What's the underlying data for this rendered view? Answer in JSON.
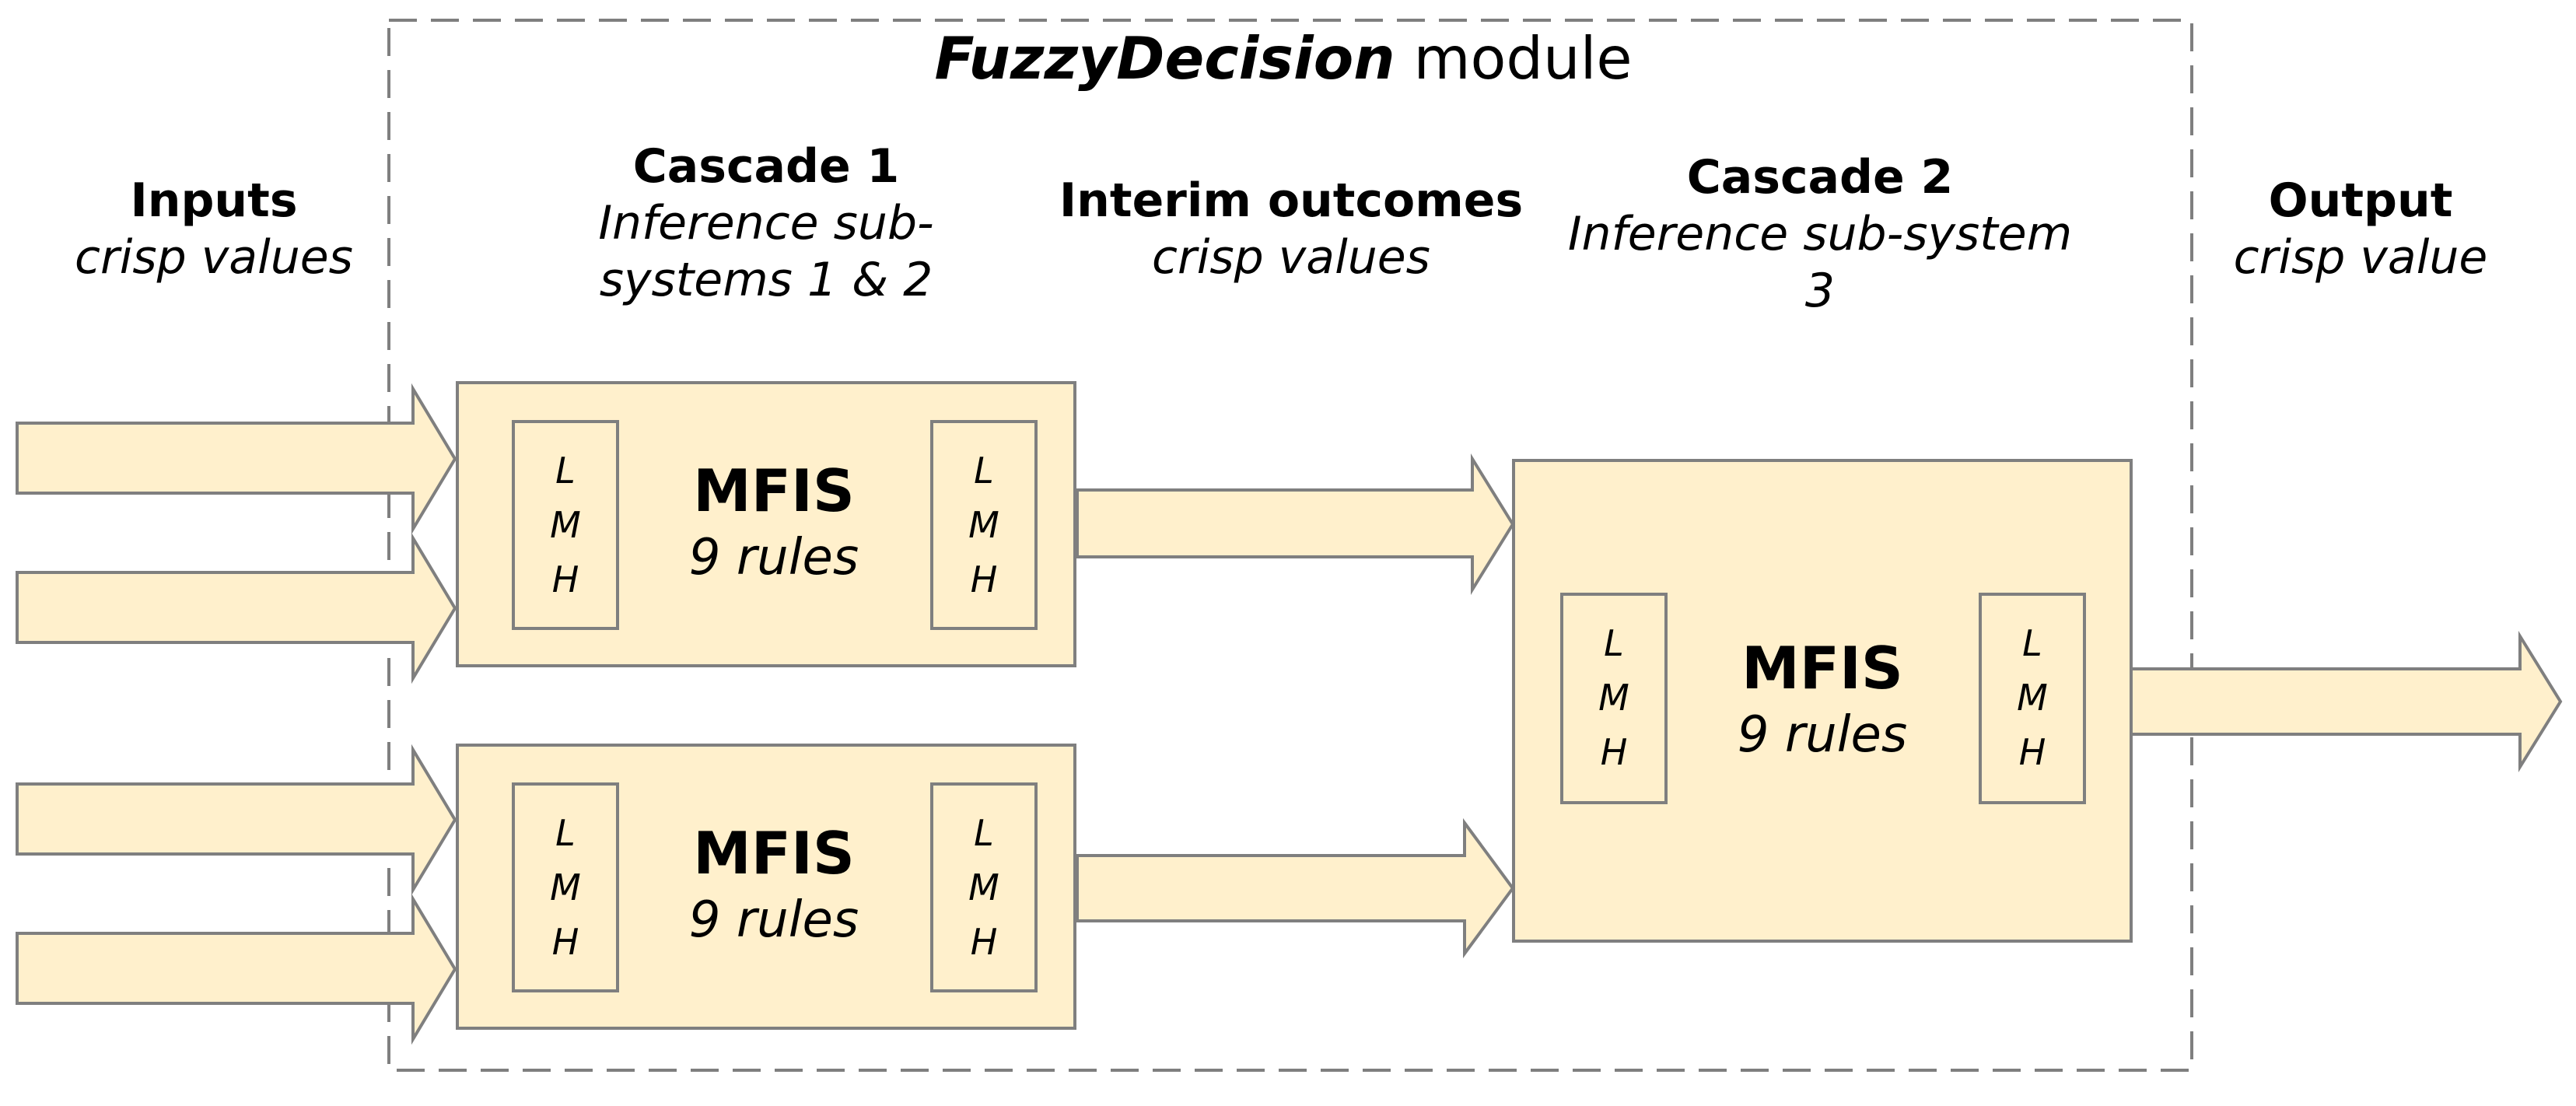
{
  "module": {
    "title_bold": "FuzzyDecision",
    "title_rest": " module"
  },
  "inputs": {
    "title": "Inputs",
    "subtitle": "crisp values"
  },
  "cascade1": {
    "title": "Cascade 1",
    "subtitle_line1": "Inference sub-",
    "subtitle_line2": "systems 1 & 2"
  },
  "interim": {
    "title": "Interim outcomes",
    "subtitle": "crisp values"
  },
  "cascade2": {
    "title": "Cascade 2",
    "subtitle_line1": "Inference sub-system",
    "subtitle_line2": "3"
  },
  "output": {
    "title": "Output",
    "subtitle": "crisp value"
  },
  "mfis_blocks": [
    {
      "title": "MFIS",
      "rules": "9 rules"
    },
    {
      "title": "MFIS",
      "rules": "9 rules"
    },
    {
      "title": "MFIS",
      "rules": "9 rules"
    }
  ],
  "membership": {
    "low": "L",
    "medium": "M",
    "high": "H"
  },
  "colors": {
    "fill": "#FFF0CC",
    "stroke": "#7F7F7F",
    "frame": "#7F7F7F"
  }
}
